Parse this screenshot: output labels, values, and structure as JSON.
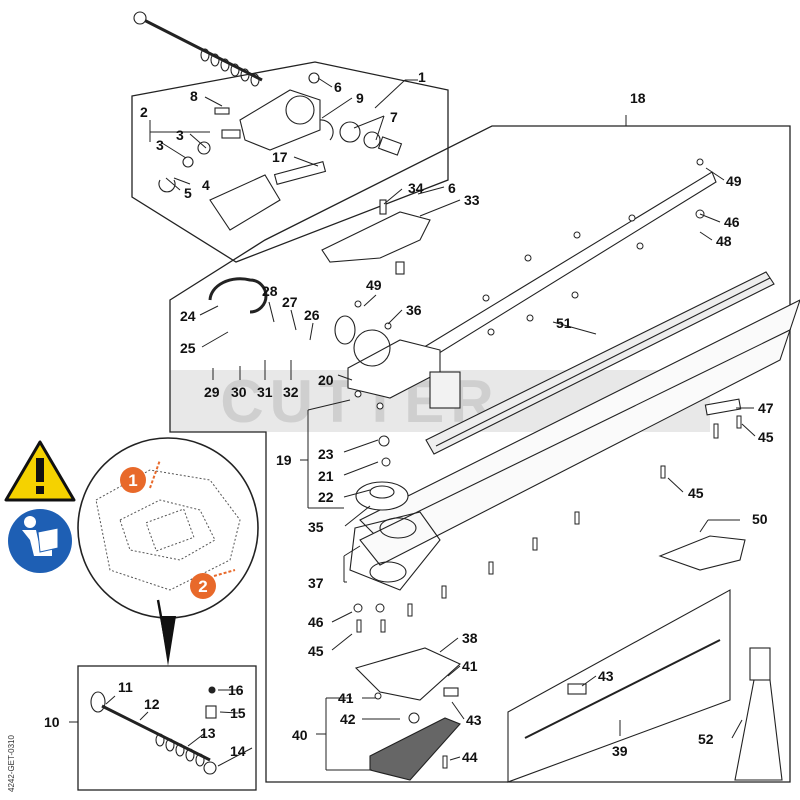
{
  "diagram": {
    "watermark": "CUTTER",
    "drawing_code": "4242-GET-0310",
    "inset_markers": [
      "1",
      "2"
    ],
    "callouts": {
      "c1": "1",
      "c2": "2",
      "c3a": "3",
      "c3b": "3",
      "c4": "4",
      "c5": "5",
      "c6a": "6",
      "c6b": "6",
      "c7": "7",
      "c8": "8",
      "c9": "9",
      "c10": "10",
      "c11": "11",
      "c12": "12",
      "c13": "13",
      "c14": "14",
      "c15": "15",
      "c16": "16",
      "c17": "17",
      "c18": "18",
      "c19": "19",
      "c20": "20",
      "c21": "21",
      "c22": "22",
      "c23": "23",
      "c24": "24",
      "c25": "25",
      "c26": "26",
      "c27": "27",
      "c28": "28",
      "c29": "29",
      "c30": "30",
      "c31": "31",
      "c32": "32",
      "c33": "33",
      "c34": "34",
      "c35": "35",
      "c36": "36",
      "c37": "37",
      "c38": "38",
      "c39": "39",
      "c40": "40",
      "c41a": "41",
      "c41b": "41",
      "c42": "42",
      "c43a": "43",
      "c43b": "43",
      "c44": "44",
      "c45a": "45",
      "c45b": "45",
      "c45c": "45",
      "c46a": "46",
      "c46b": "46",
      "c47": "47",
      "c48": "48",
      "c49a": "49",
      "c49b": "49",
      "c50": "50",
      "c51": "51",
      "c52": "52"
    }
  }
}
